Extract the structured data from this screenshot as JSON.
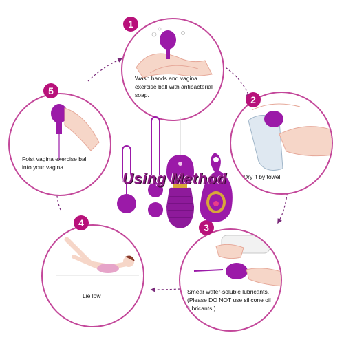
{
  "title": "Using Method",
  "colors": {
    "accent": "#b8117a",
    "product": "#9b1aa8",
    "skin": "#f6d6c8",
    "gold": "#d8a63a"
  },
  "steps": [
    {
      "number": "1",
      "caption": "Wash hands and vagina exercise ball with antibacterial soap."
    },
    {
      "number": "2",
      "caption": "Dry it by towel."
    },
    {
      "number": "3",
      "caption_line1": "Smear water-soluble lubricants.",
      "caption_line2": "(Please DO NOT use silicone oil lubricants.)"
    },
    {
      "number": "4",
      "caption": "Lie low"
    },
    {
      "number": "5",
      "caption": "Foist vagina exercise ball into your vagina"
    }
  ]
}
